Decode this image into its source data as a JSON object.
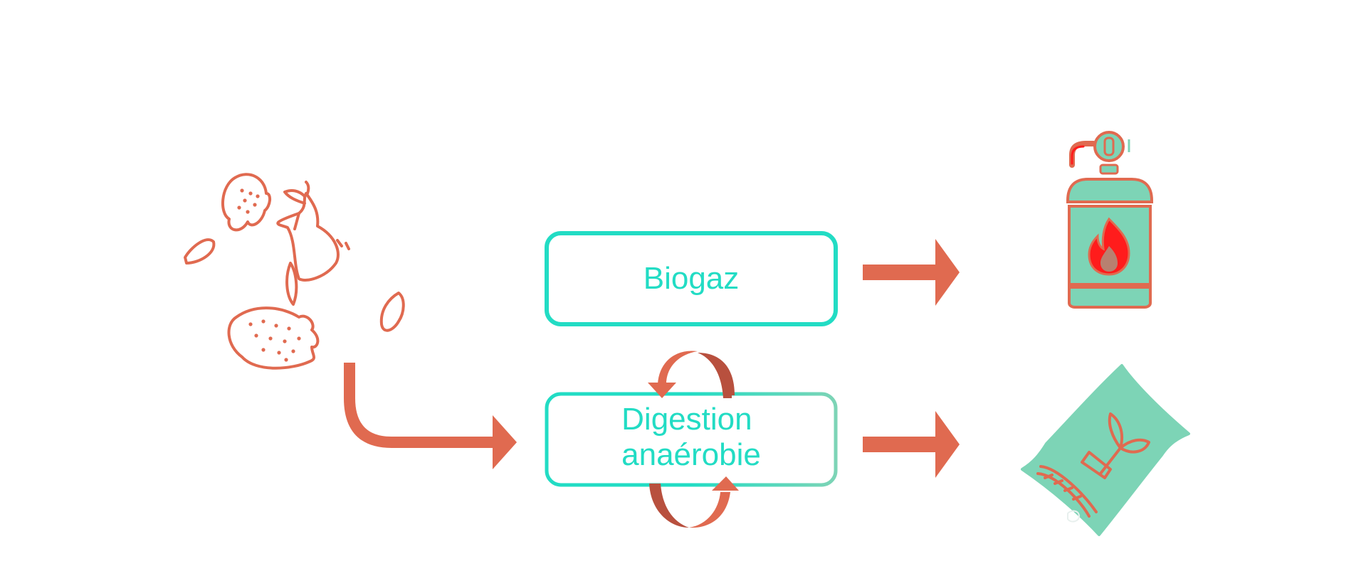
{
  "diagram": {
    "boxes": {
      "biogas": {
        "label": "Biogaz"
      },
      "digestion": {
        "line1": "Digestion",
        "line2": "anaérobie"
      }
    },
    "icons": {
      "food_waste": "food-waste-icon",
      "gas_cylinder": "gas-cylinder-icon",
      "flame": "flame-icon",
      "fertilizer_bag": "fertilizer-bag-icon",
      "sprout": "sprout-icon",
      "cycle": "cycle-arrows-icon"
    },
    "colors": {
      "arrow": "#e06a50",
      "arrow_dark": "#b8503e",
      "box_border": "#22dcc4",
      "box_border_light": "#7dd4b6",
      "text": "#22dcc4",
      "icon_fill": "#7dd4b6",
      "flame": "#ff1c1c"
    }
  }
}
